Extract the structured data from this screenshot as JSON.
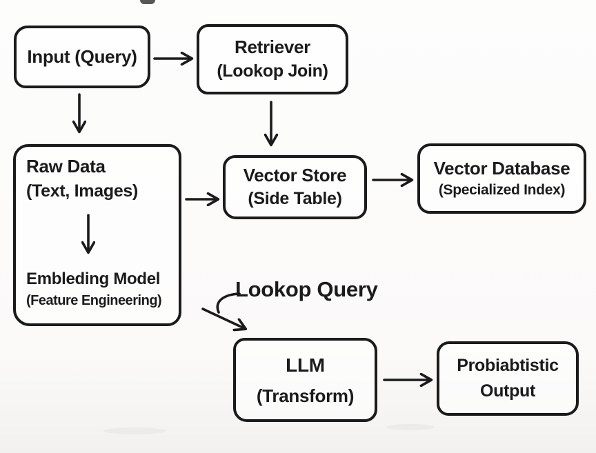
{
  "diagram": {
    "background": "#fbfaf9",
    "ink": "#1b1b1b",
    "nodes": {
      "input": {
        "title": "Input (Query)"
      },
      "retriever": {
        "title": "Retriever",
        "subtitle": "(Lookop Join)"
      },
      "raw_data": {
        "title": "Raw Data",
        "subtitle": "(Text, Images)"
      },
      "embedding_model": {
        "title": "Embleding Model",
        "subtitle": "(Feature Engineering)"
      },
      "vector_store": {
        "title": "Vector Store",
        "subtitle": "(Side Table)"
      },
      "vector_database": {
        "title": "Vector Database",
        "subtitle": "(Specialized Index)"
      },
      "llm": {
        "title": "LLM",
        "subtitle": "(Transform)"
      },
      "probabilistic_output": {
        "title": "Probiabtistic",
        "subtitle": "Output"
      }
    },
    "labels": {
      "lookup_query": "Lookop Query"
    },
    "edges": [
      {
        "from": "input",
        "to": "retriever"
      },
      {
        "from": "input",
        "to": "raw_data"
      },
      {
        "from": "retriever",
        "to": "vector_store"
      },
      {
        "from": "raw_data_text",
        "to": "embedding_model"
      },
      {
        "from": "raw_data",
        "to": "vector_store"
      },
      {
        "from": "vector_store",
        "to": "vector_database"
      },
      {
        "from": "lookup_query",
        "to": "llm"
      },
      {
        "from": "llm",
        "to": "probabilistic_output"
      }
    ]
  }
}
